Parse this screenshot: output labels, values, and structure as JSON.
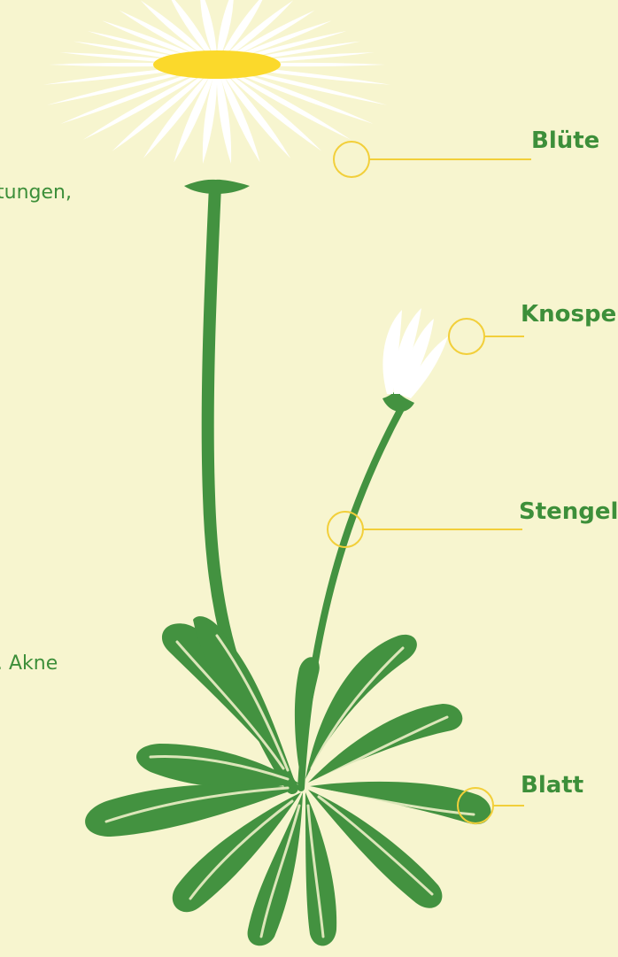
{
  "text_fragments": [
    "tungen,",
    ". Akne"
  ],
  "labels": {
    "bluete": "Blüte",
    "knospe": "Knospe",
    "stengel": "Stengel",
    "blatt": "Blatt"
  },
  "colors": {
    "background": "#f7f5cf",
    "text_green": "#3d8f3a",
    "plant_green": "#439240",
    "petal": "#ffffff",
    "flower_center": "#fbd92b",
    "callout": "#f2cf3a"
  }
}
